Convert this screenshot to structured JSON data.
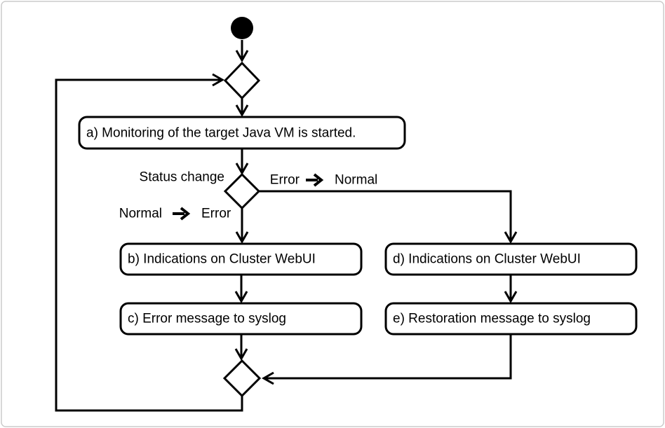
{
  "diagram": {
    "type": "activity-flowchart",
    "colors": {
      "line": "#000000",
      "node_fill": "#ffffff",
      "text": "#000000",
      "frame_border": "#cccccc",
      "background": "#ffffff"
    },
    "start_node": "initial-state-dot",
    "actions": {
      "a": "a) Monitoring of the target Java VM is started.",
      "b": "b) Indications on Cluster WebUI",
      "c": "c) Error message to syslog",
      "d": "d) Indications on Cluster WebUI",
      "e": "e) Restoration message to syslog"
    },
    "decision": {
      "label": "Status change"
    },
    "branches": {
      "error_to_normal": {
        "from_state": "Error",
        "to_state": "Normal"
      },
      "normal_to_error": {
        "from_state": "Normal",
        "to_state": "Error"
      }
    }
  }
}
